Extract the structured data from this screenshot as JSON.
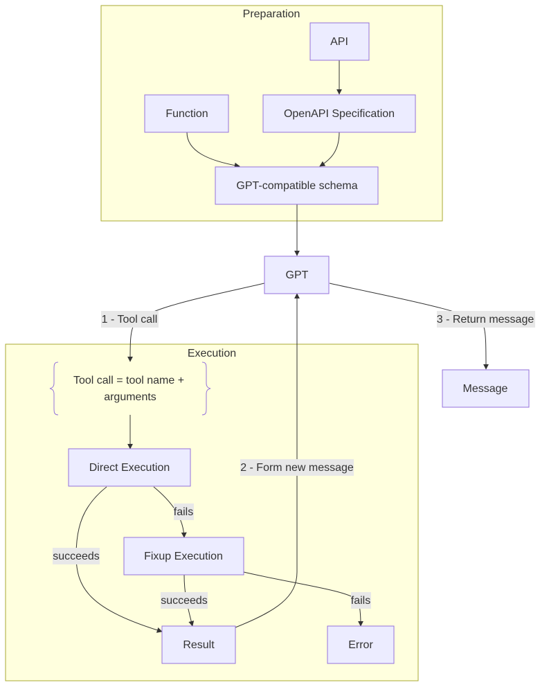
{
  "clusters": {
    "preparation": "Preparation",
    "execution": "Execution"
  },
  "nodes": {
    "api": "API",
    "function": "Function",
    "openapi": "OpenAPI Specification",
    "schema": "GPT-compatible schema",
    "gpt": "GPT",
    "tool_call_line1": "Tool call = tool name +",
    "tool_call_line2": "arguments",
    "direct_execution": "Direct Execution",
    "fixup_execution": "Fixup Execution",
    "result": "Result",
    "error": "Error",
    "message": "Message"
  },
  "edge_labels": {
    "tool_call": "1 - Tool call",
    "return_message": "3 - Return message",
    "form_new_message": "2 - Form new message",
    "direct_fails": "fails",
    "direct_succeeds": "succeeds",
    "fixup_succeeds": "succeeds",
    "fixup_fails": "fails"
  },
  "colors": {
    "cluster_fill": "#ffffde",
    "cluster_stroke": "#aaaa33",
    "node_fill": "#ececff",
    "node_stroke": "#9370db",
    "edge": "#333333",
    "label_bg": "#e8e8e8"
  }
}
